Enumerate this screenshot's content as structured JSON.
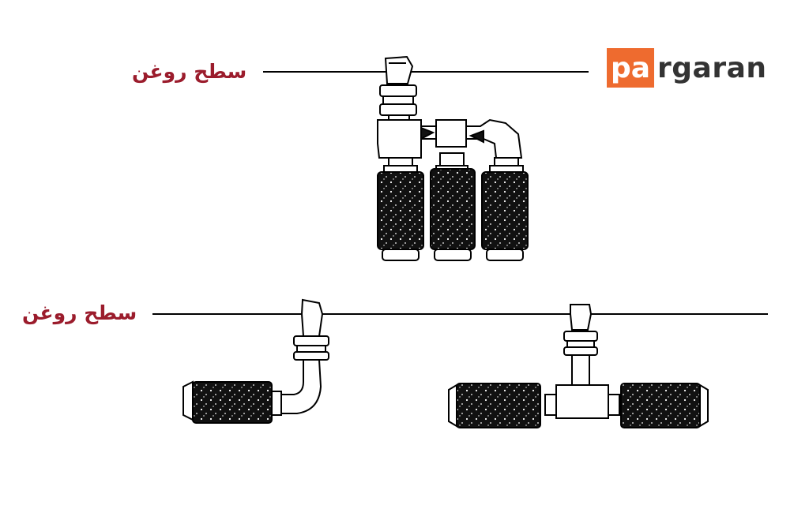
{
  "labels": {
    "oil_level_top": "سطح روغن",
    "oil_level_bottom": "سطح روغن"
  },
  "logo": {
    "highlight": "pa",
    "rest": "rgaran"
  },
  "colors": {
    "label": "#9b1c2c",
    "logo_orange": "#ee6b2f",
    "logo_text": "#333333",
    "line": "#000000"
  }
}
